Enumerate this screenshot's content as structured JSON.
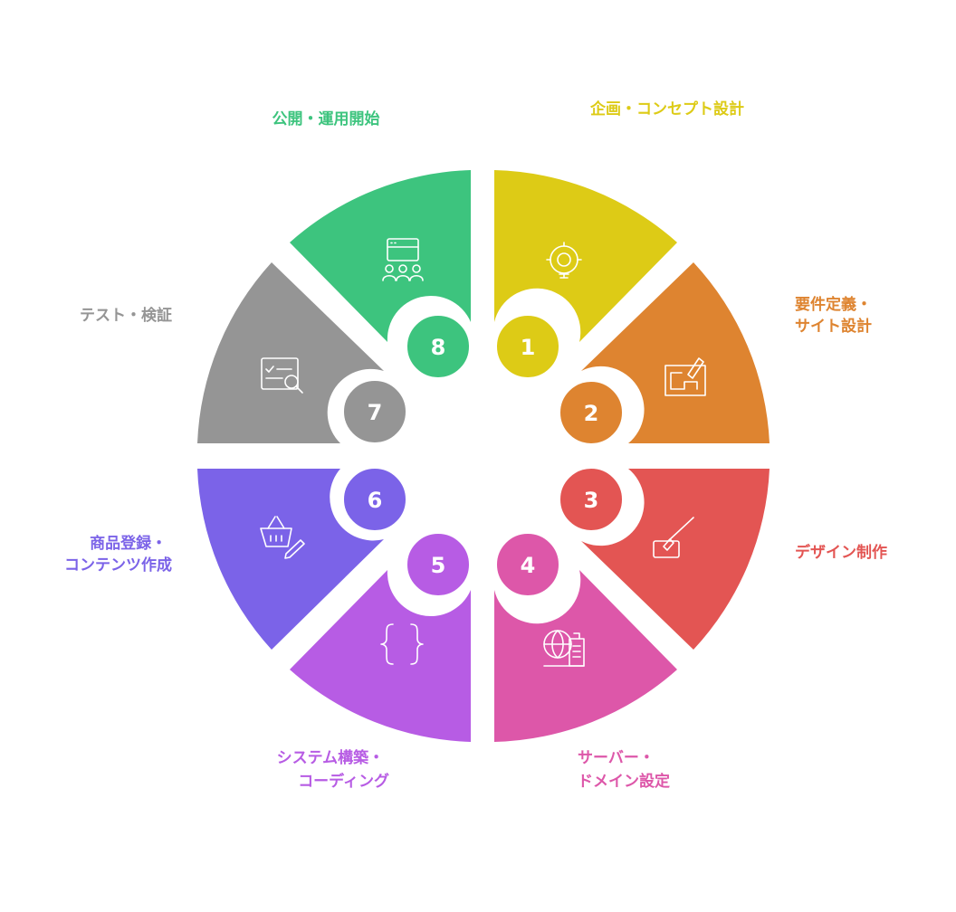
{
  "steps": [
    {
      "number": "1",
      "lines": [
        "企画・コンセプト設計"
      ],
      "color": "#DDCB16",
      "icon": "gear-bulb-icon"
    },
    {
      "number": "2",
      "lines": [
        "要件定義・",
        "サイト設計"
      ],
      "color": "#DE8430",
      "icon": "blueprint-pencil-icon"
    },
    {
      "number": "3",
      "lines": [
        "デザイン制作"
      ],
      "color": "#E35553",
      "icon": "paintbrush-icon"
    },
    {
      "number": "4",
      "lines": [
        "サーバー・",
        "ドメイン設定"
      ],
      "color": "#DD57A9",
      "icon": "globe-building-icon"
    },
    {
      "number": "5",
      "lines": [
        "システム構築・",
        "コーディング"
      ],
      "color": "#B75CE4",
      "icon": "curly-braces-icon"
    },
    {
      "number": "6",
      "lines": [
        "商品登録・",
        "コンテンツ作成"
      ],
      "color": "#7B63E8",
      "icon": "basket-pencil-icon"
    },
    {
      "number": "7",
      "lines": [
        "テスト・検証"
      ],
      "color": "#959595",
      "icon": "checklist-magnifier-icon"
    },
    {
      "number": "8",
      "lines": [
        "公開・運用開始"
      ],
      "color": "#3DC47E",
      "icon": "browser-people-icon"
    }
  ]
}
